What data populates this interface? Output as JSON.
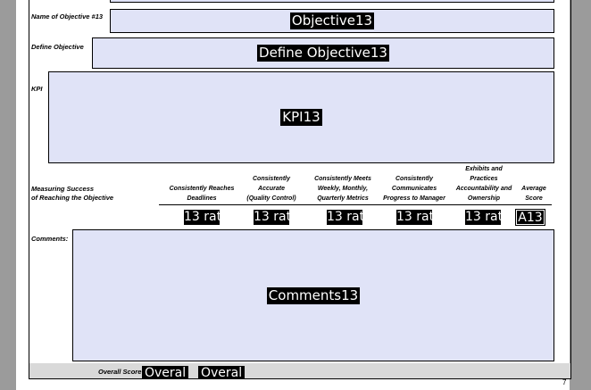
{
  "labels": {
    "name_objective": "Name of Objective #13",
    "define_objective": "Define Objective",
    "kpi": "KPI",
    "measuring_line1": "Measuring Success",
    "measuring_line2": "of Reaching the Objective",
    "comments": "Comments:",
    "overall_score": "Overall Score"
  },
  "fields": {
    "objective": "Objective13",
    "define": "Define Objective13",
    "kpi": "KPI13",
    "comments": "Comments13"
  },
  "criteria": [
    {
      "header": [
        "Consistently Reaches",
        "Deadlines"
      ],
      "value": "13 rat"
    },
    {
      "header": [
        "Consistently",
        "Accurate",
        "(Quality Control)"
      ],
      "value": "13 rat"
    },
    {
      "header": [
        "Consistently Meets",
        "Weekly, Monthly,",
        "Quarterly Metrics"
      ],
      "value": "13 rat"
    },
    {
      "header": [
        "Consistently",
        "Communicates",
        "Progress to Manager"
      ],
      "value": "13 rat"
    },
    {
      "header": [
        "Exhibits and",
        "Practices",
        "Accountability and",
        "Ownership"
      ],
      "value": "13 rat"
    }
  ],
  "average": {
    "header": [
      "Average",
      "Score"
    ],
    "value": "A13"
  },
  "overall_values": [
    "Overal",
    "Overal"
  ],
  "page_number": "7",
  "colors": {
    "field_fill": "#e0e3f7",
    "page_bg": "#9b9b9b",
    "footer": "#d9d9d9"
  }
}
